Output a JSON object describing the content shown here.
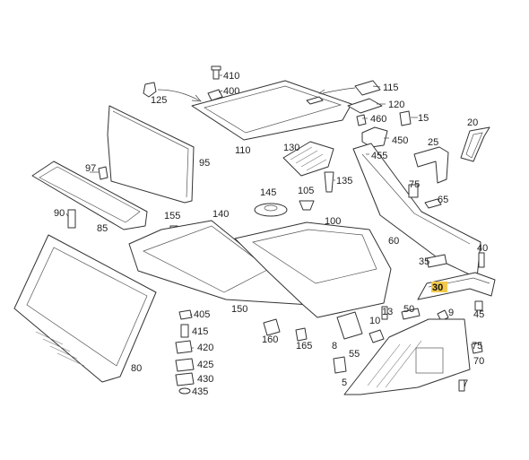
{
  "diagram": {
    "highlight_color": "#f2c94c",
    "line_color": "#333333",
    "highlighted_part": "30",
    "callouts": {
      "c5": "5",
      "c7": "7",
      "c8": "8",
      "c9": "9",
      "c10": "10",
      "c13": "13",
      "c15": "15",
      "c20": "20",
      "c25": "25",
      "c30": "30",
      "c35": "35",
      "c40": "40",
      "c45": "45",
      "c50": "50",
      "c55": "55",
      "c60": "60",
      "c65": "65",
      "c70": "70",
      "c75": "75",
      "c80": "80",
      "c85": "85",
      "c90": "90",
      "c95": "95",
      "c97": "97",
      "c100": "100",
      "c105": "105",
      "c110": "110",
      "c115": "115",
      "c120": "120",
      "c125": "125",
      "c130": "130",
      "c135": "135",
      "c140": "140",
      "c145": "145",
      "c150": "150",
      "c155": "155",
      "c160": "160",
      "c165": "165",
      "c400": "400",
      "c405": "405",
      "c410": "410",
      "c415": "415",
      "c420": "420",
      "c425": "425",
      "c430": "430",
      "c435": "435",
      "c450": "450",
      "c455": "455",
      "c460": "460"
    }
  }
}
